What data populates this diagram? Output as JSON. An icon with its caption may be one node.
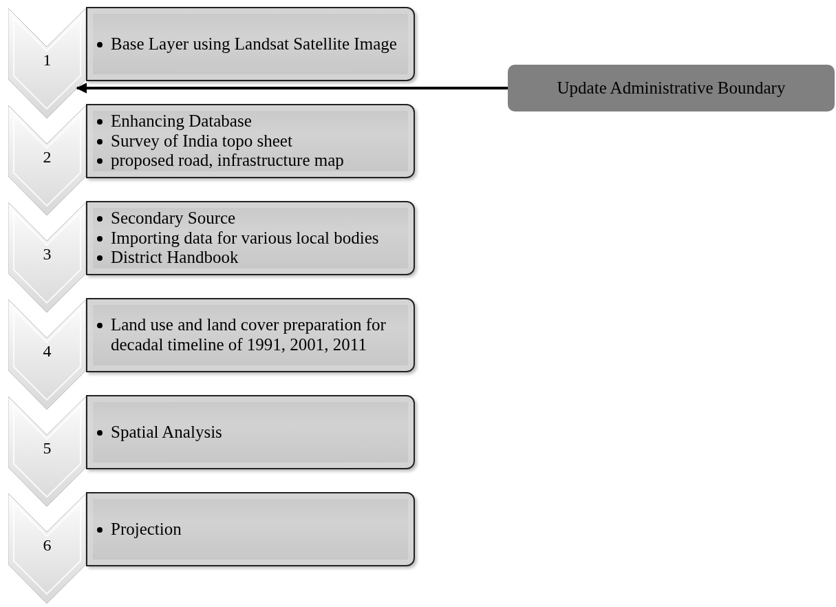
{
  "diagram": {
    "nodes": [
      {
        "text": [
          "1"
        ]
      },
      {
        "text": [
          "Base Layer using Landsat Satellite Image"
        ]
      },
      {
        "text": [
          "Update Administrative Boundary"
        ]
      },
      {
        "text": [
          "2"
        ]
      },
      {
        "text": [
          "Enhancing Database",
          "Survey of India topo sheet",
          "proposed road, infrastructure map"
        ]
      },
      {
        "text": [
          "3"
        ]
      },
      {
        "text": [
          "Secondary Source",
          "Importing data for various local bodies",
          "District Handbook"
        ]
      },
      {
        "text": [
          "4"
        ]
      },
      {
        "text": [
          "Land use and land cover preparation for decadal timeline of 1991, 2001, 2011"
        ]
      },
      {
        "text": [
          "5"
        ]
      },
      {
        "text": [
          "Spatial Analysis"
        ]
      },
      {
        "text": [
          "6"
        ]
      },
      {
        "text": [
          "Projection"
        ]
      }
    ],
    "edges": [
      {
        "from": 2,
        "to": 0,
        "arrow": "to"
      }
    ]
  }
}
